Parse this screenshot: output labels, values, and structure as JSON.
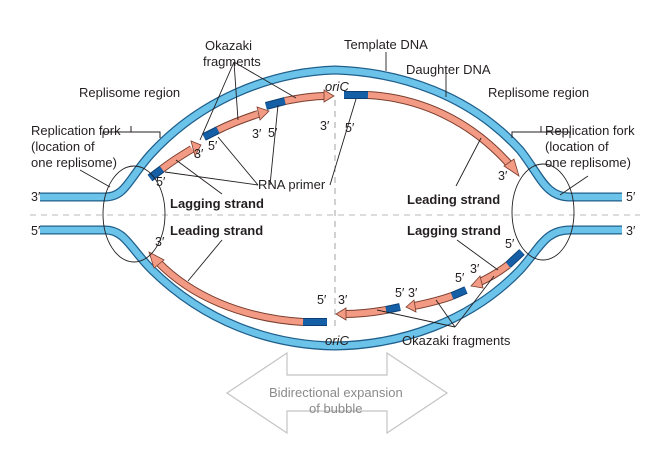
{
  "watermark": "",
  "labels": {
    "okazaki_top": [
      "Okazaki",
      "fragments"
    ],
    "template_dna": "Template DNA",
    "daughter_dna": "Daughter DNA",
    "oric_top": "oriC",
    "oric_bottom": "oriC",
    "replisome_left": "Replisome region",
    "replisome_right": "Replisome region",
    "fork_left": [
      "Replication fork",
      "(location of",
      "one replisome)"
    ],
    "fork_right": [
      "Replication fork",
      "(location of",
      "one replisome)"
    ],
    "rna_primer": "RNA primer",
    "lagging_top": "Lagging strand",
    "leading_top": "Leading strand",
    "leading_bottom": "Leading strand",
    "lagging_bottom": "Lagging strand",
    "okazaki_bottom": "Okazaki fragments",
    "expansion": [
      "Bidirectional expansion",
      "of bubble"
    ]
  },
  "ends": {
    "left_top": "3′",
    "left_bottom": "5′",
    "right_top": "5′",
    "right_bottom": "3′",
    "top_frag1_5": "5′",
    "top_frag1_3": "3′",
    "top_frag2_5": "5′",
    "top_frag2_3": "3′",
    "top_frag3_5": "5′",
    "top_frag3_3": "3′",
    "top_leading_5": "5′",
    "top_leading_3": "3′",
    "bot_leading_3": "3′",
    "bot_leading_5": "5′",
    "bot_frag_a_3": "3′",
    "bot_frag_b_5": "5′",
    "bot_frag_b_3": "3′",
    "bot_frag_c_5": "5′",
    "bot_frag_c_3": "3′",
    "bot_frag_d_5": "5′"
  },
  "colors": {
    "template_strand": "#6cc3ea",
    "daughter_strand": "#f29a83",
    "rna_primer": "#155fa6"
  }
}
